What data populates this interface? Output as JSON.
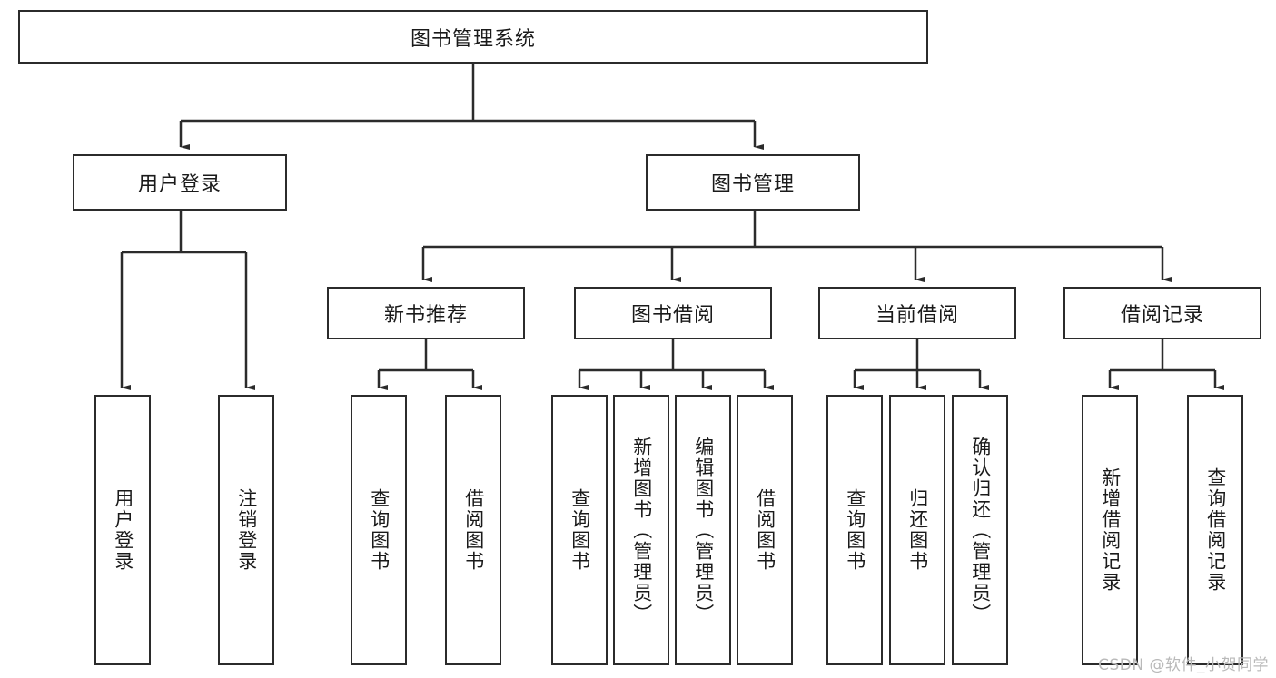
{
  "diagram": {
    "title": "图书管理系统",
    "type": "hierarchy-tree",
    "root": {
      "id": "root",
      "label": "图书管理系统",
      "orientation": "horizontal"
    },
    "level2": [
      {
        "id": "user-login",
        "label": "用户登录",
        "orientation": "horizontal"
      },
      {
        "id": "book-management",
        "label": "图书管理",
        "orientation": "horizontal"
      }
    ],
    "level3": [
      {
        "id": "new-book-recommend",
        "label": "新书推荐",
        "orientation": "horizontal",
        "parent": "book-management"
      },
      {
        "id": "book-borrow",
        "label": "图书借阅",
        "orientation": "horizontal",
        "parent": "book-management"
      },
      {
        "id": "current-borrow",
        "label": "当前借阅",
        "orientation": "horizontal",
        "parent": "book-management"
      },
      {
        "id": "borrow-record",
        "label": "借阅记录",
        "orientation": "horizontal",
        "parent": "book-management"
      }
    ],
    "leaves": [
      {
        "id": "leaf-user-login",
        "label": "用户登录",
        "orientation": "vertical",
        "parent": "user-login"
      },
      {
        "id": "leaf-user-logout",
        "label": "注销登录",
        "orientation": "vertical",
        "parent": "user-login"
      },
      {
        "id": "leaf-query-book-1",
        "label": "查询图书",
        "orientation": "vertical",
        "parent": "new-book-recommend"
      },
      {
        "id": "leaf-borrow-book-1",
        "label": "借阅图书",
        "orientation": "vertical",
        "parent": "new-book-recommend"
      },
      {
        "id": "leaf-query-book-2",
        "label": "查询图书",
        "orientation": "vertical",
        "parent": "book-borrow"
      },
      {
        "id": "leaf-add-book",
        "label": "新增图书（管理员）",
        "orientation": "vertical",
        "parent": "book-borrow"
      },
      {
        "id": "leaf-edit-book",
        "label": "编辑图书（管理员）",
        "orientation": "vertical",
        "parent": "book-borrow"
      },
      {
        "id": "leaf-borrow-book-2",
        "label": "借阅图书",
        "orientation": "vertical",
        "parent": "book-borrow"
      },
      {
        "id": "leaf-query-book-3",
        "label": "查询图书",
        "orientation": "vertical",
        "parent": "current-borrow"
      },
      {
        "id": "leaf-return-book",
        "label": "归还图书",
        "orientation": "vertical",
        "parent": "current-borrow"
      },
      {
        "id": "leaf-confirm-return",
        "label": "确认归还（管理员）",
        "orientation": "vertical",
        "parent": "current-borrow"
      },
      {
        "id": "leaf-add-record",
        "label": "新增借阅记录",
        "orientation": "vertical",
        "parent": "borrow-record"
      },
      {
        "id": "leaf-query-record",
        "label": "查询借阅记录",
        "orientation": "vertical",
        "parent": "borrow-record"
      }
    ],
    "watermark": "CSDN @软件_小贺同学",
    "colors": {
      "stroke": "#2b2b2b",
      "fill": "#ffffff",
      "text": "#1a1a1a",
      "watermark": "#b9b9b9"
    }
  }
}
